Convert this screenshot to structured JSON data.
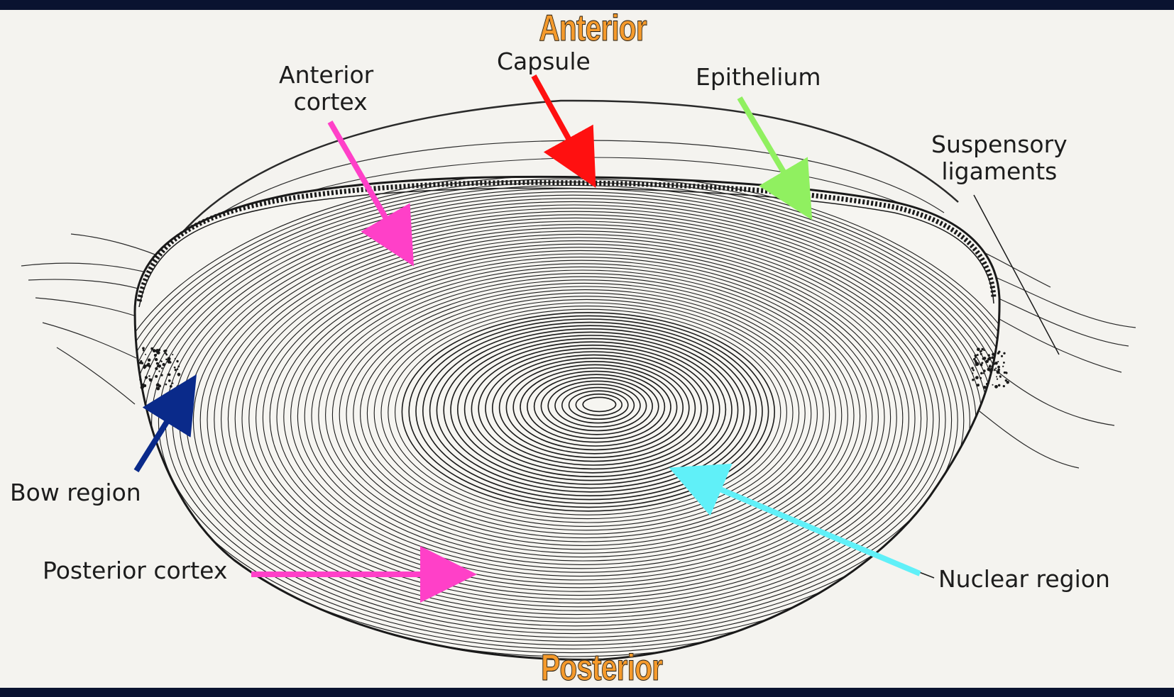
{
  "orientation": {
    "top": "Anterior",
    "bottom": "Posterior"
  },
  "labels": {
    "anterior_cortex_line1": "Anterior",
    "anterior_cortex_line2": "cortex",
    "capsule": "Capsule",
    "epithelium": "Epithelium",
    "suspensory_line1": "Suspensory",
    "suspensory_line2": "ligaments",
    "bow_region": "Bow region",
    "posterior_cortex": "Posterior cortex",
    "nuclear_region": "Nuclear region"
  },
  "arrow_colors": {
    "anterior_cortex": "#ff40c8",
    "capsule": "#ff1010",
    "epithelium": "#90f060",
    "bow_region": "#0a2a8a",
    "posterior_cortex": "#ff40c8",
    "nuclear_region": "#60f0f8"
  }
}
